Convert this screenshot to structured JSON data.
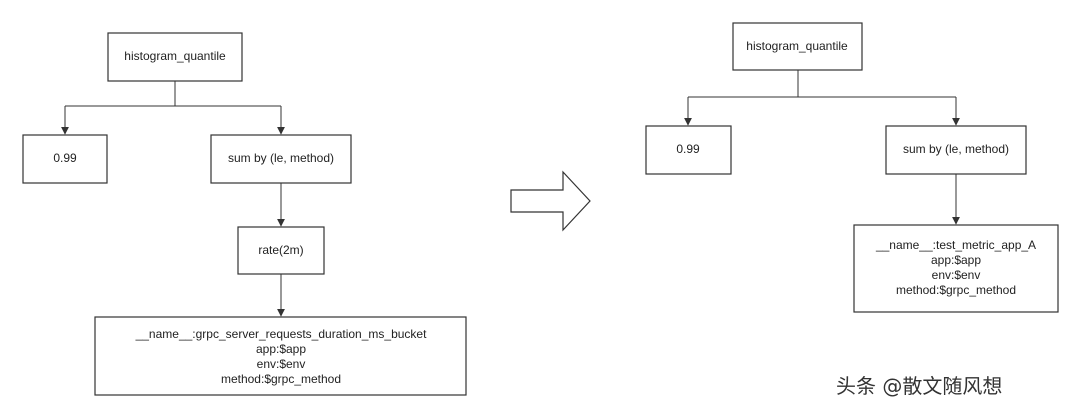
{
  "left_tree": {
    "root": "histogram_quantile",
    "param": "0.99",
    "aggregation": "sum by (le, method)",
    "function": "rate(2m)",
    "selector": [
      "__name__:grpc_server_requests_duration_ms_bucket",
      "app:$app",
      "env:$env",
      "method:$grpc_method"
    ]
  },
  "right_tree": {
    "root": "histogram_quantile",
    "param": "0.99",
    "aggregation": "sum by (le, method)",
    "selector": [
      "__name__:test_metric_app_A",
      "app:$app",
      "env:$env",
      "method:$grpc_method"
    ]
  },
  "watermark": "头条 @散文随风想",
  "colors": {
    "stroke": "#333333",
    "fill": "#ffffff"
  }
}
